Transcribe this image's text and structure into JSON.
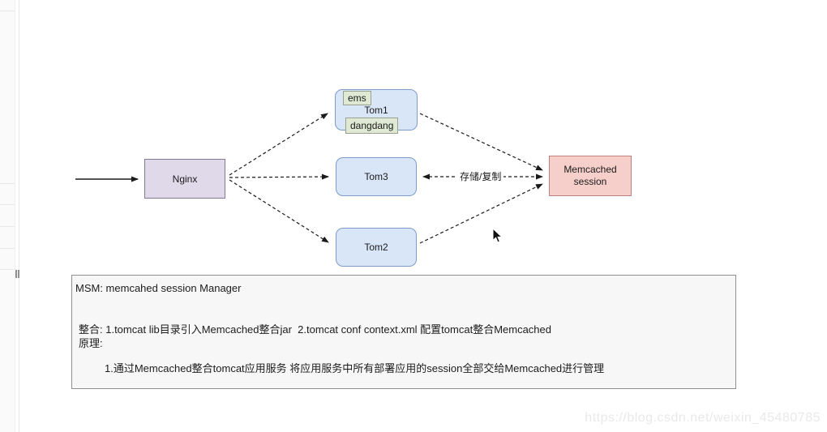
{
  "diagram": {
    "nodes": {
      "nginx": {
        "label": "Nginx"
      },
      "tom1": {
        "label": "Tom1",
        "tag_top": "ems",
        "tag_bottom": "dangdang"
      },
      "tom3": {
        "label": "Tom3"
      },
      "tom2": {
        "label": "Tom2"
      },
      "memcached": {
        "label": "Memcached session"
      }
    },
    "edges": {
      "storage_label": "存储/复制"
    }
  },
  "notes": {
    "title": "MSM: memcahed session Manager",
    "integration": "整合: 1.tomcat lib目录引入Memcached整合jar  2.tomcat conf context.xml 配置tomcat整合Memcached",
    "principle_heading": "原理:",
    "principle_detail": "1.通过Memcached整合tomcat应用服务 将应用服务中所有部署应用的session全部交给Memcached进行管理"
  },
  "watermark": {
    "text": "https://blog.csdn.net/weixin_45480785"
  },
  "colors": {
    "tomcat_fill": "#d9e6f8",
    "tomcat_border": "#7d9cc8",
    "nginx_fill": "#e0d9ea",
    "nginx_border": "#847a96",
    "memcached_fill": "#f6cfcb",
    "memcached_border": "#c0807b",
    "tag_fill": "#dfe9d3",
    "tag_border": "#97a18c",
    "arrow_color": "#1a1a1a"
  }
}
